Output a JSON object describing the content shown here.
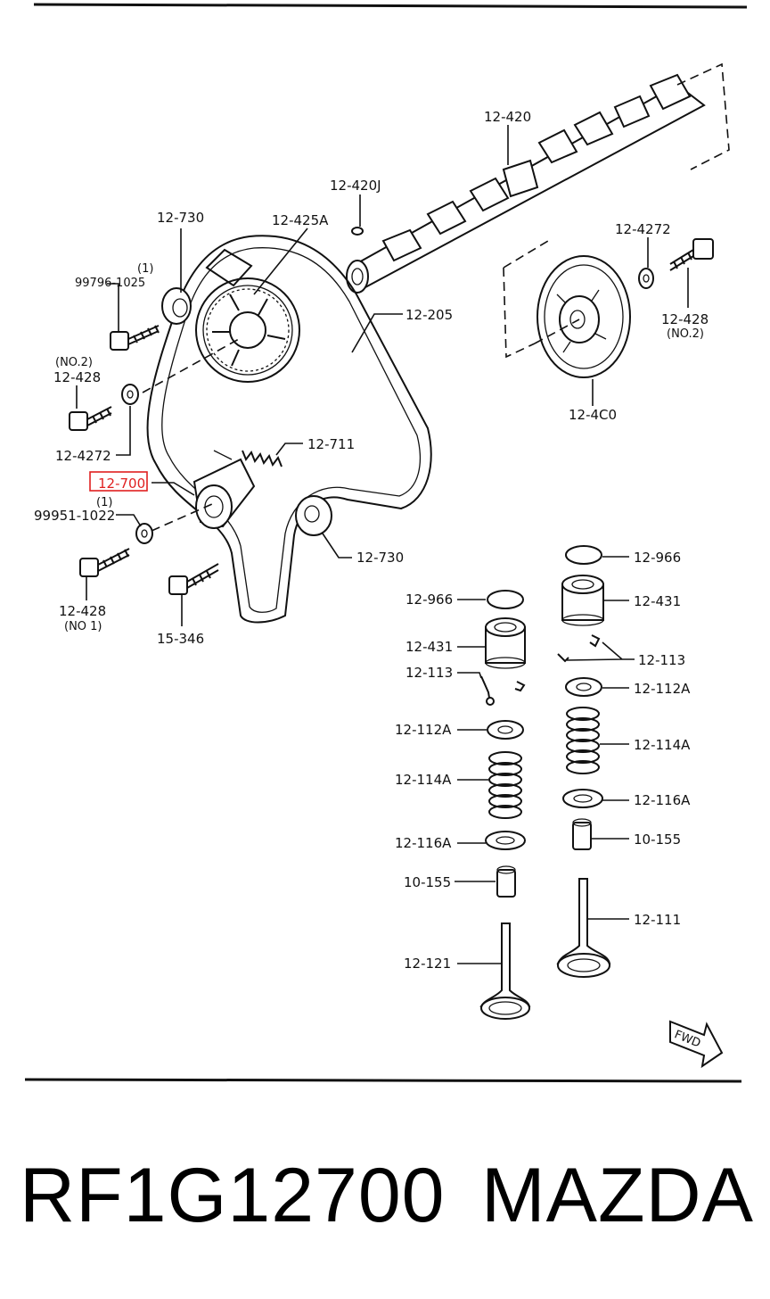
{
  "diagram": {
    "labels": {
      "camshaft": "12-420",
      "dowel_pin": "12-420J",
      "idler_left_top": "12-730",
      "pulley_cam": "12-425A",
      "qty_bolt_top": "(1)",
      "bolt_top": "99796-1025",
      "timing_belt": "12-205",
      "washer_right": "12-4272",
      "bolt_right": "12-428",
      "bolt_right_note": "(NO.2)",
      "pump_pulley": "12-4C0",
      "bolt_left_note": "(NO.2)",
      "bolt_left": "12-428",
      "washer_left": "12-4272",
      "spring": "12-711",
      "tensioner": "12-700",
      "qty_washer_tensioner": "(1)",
      "washer_tensioner": "99951-1022",
      "bolt_lower": "12-428",
      "bolt_lower_note": "(NO 1)",
      "idler_lower": "12-730",
      "bolt_stud": "15-346",
      "left_shim": "12-966",
      "left_tappet": "12-431",
      "left_key": "12-113",
      "left_retainer": "12-112A",
      "left_spring": "12-114A",
      "left_seat": "12-116A",
      "left_seal": "10-155",
      "left_valve": "12-121",
      "right_shim": "12-966",
      "right_tappet": "12-431",
      "right_key": "12-113",
      "right_retainer": "12-112A",
      "right_spring": "12-114A",
      "right_seat": "12-116A",
      "right_seal": "10-155",
      "right_valve": "12-111",
      "fwd": "FWD"
    },
    "highlight_color": "#e02020"
  },
  "footer": {
    "part_number": "RF1G12700",
    "brand": "MAZDA"
  }
}
